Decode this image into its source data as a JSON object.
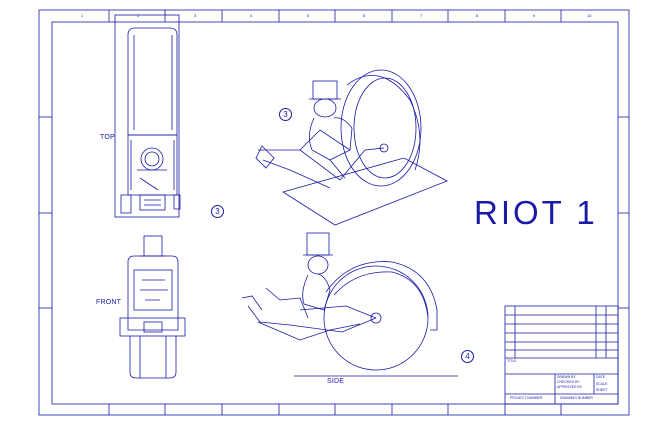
{
  "drawing": {
    "title": "RIOT 1",
    "views": {
      "top": "TOP",
      "front": "FRONT",
      "side": "SIDE"
    },
    "callouts": [
      "3",
      "3",
      "4"
    ],
    "border_columns": [
      "1",
      "2",
      "3",
      "4",
      "5",
      "6",
      "7",
      "8",
      "9",
      "10"
    ],
    "colors": {
      "line": "#1a1aa6",
      "paper": "#ffffff"
    }
  },
  "title_block": {
    "title_label": "TITLE",
    "project_number_label": "PROJECT NUMBER",
    "drawing_number_label": "DRAWING NUMBER",
    "drawn_by_label": "DRAWN BY",
    "checked_by_label": "CHECKED BY",
    "approved_by_label": "APPROVED BY",
    "date_label": "DATE",
    "scale_label": "SCALE",
    "sheet_label": "SHEET"
  }
}
